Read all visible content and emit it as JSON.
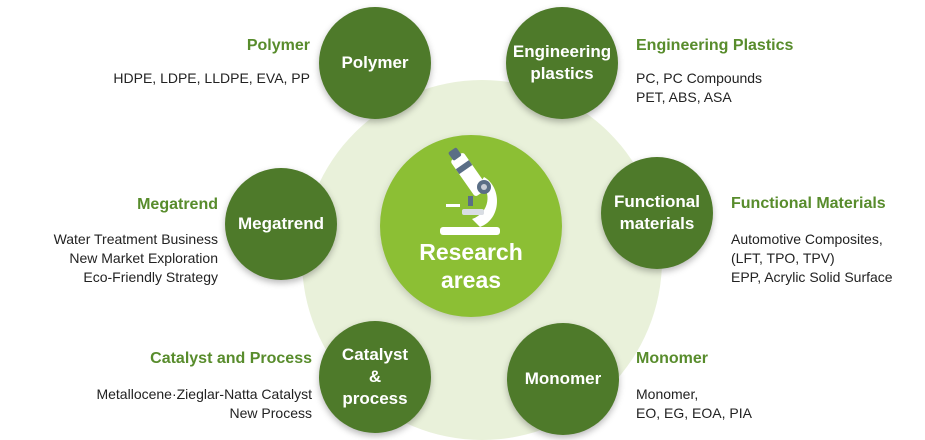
{
  "center": {
    "label": "Research\nareas"
  },
  "nodes": {
    "polymer": "Polymer",
    "engineering": "Engineering\nplastics",
    "functional": "Functional\nmaterials",
    "monomer": "Monomer",
    "catalyst": "Catalyst\n&\nprocess",
    "megatrend": "Megatrend"
  },
  "categories": {
    "polymer": {
      "title": "Polymer",
      "items": "HDPE, LDPE, LLDPE, EVA, PP"
    },
    "engineering": {
      "title": "Engineering Plastics",
      "items": "PC, PC Compounds\nPET, ABS, ASA"
    },
    "functional": {
      "title": "Functional Materials",
      "items": "Automotive Composites,\n(LFT, TPO, TPV)\nEPP, Acrylic Solid Surface"
    },
    "monomer": {
      "title": "Monomer",
      "items": "Monomer,\nEO, EG, EOA, PIA"
    },
    "catalyst": {
      "title": "Catalyst and Process",
      "items": "Metallocene·Zieglar-Natta Catalyst\nNew Process"
    },
    "megatrend": {
      "title": "Megatrend",
      "items": "Water Treatment Business\nNew Market Exploration\nEco-Friendly Strategy"
    }
  },
  "colors": {
    "node": "#4e7a2a",
    "center": "#8cbf34",
    "background_ring": "#e9f1da",
    "title_text": "#588c2c"
  },
  "icons": {
    "center": "microscope-icon"
  }
}
